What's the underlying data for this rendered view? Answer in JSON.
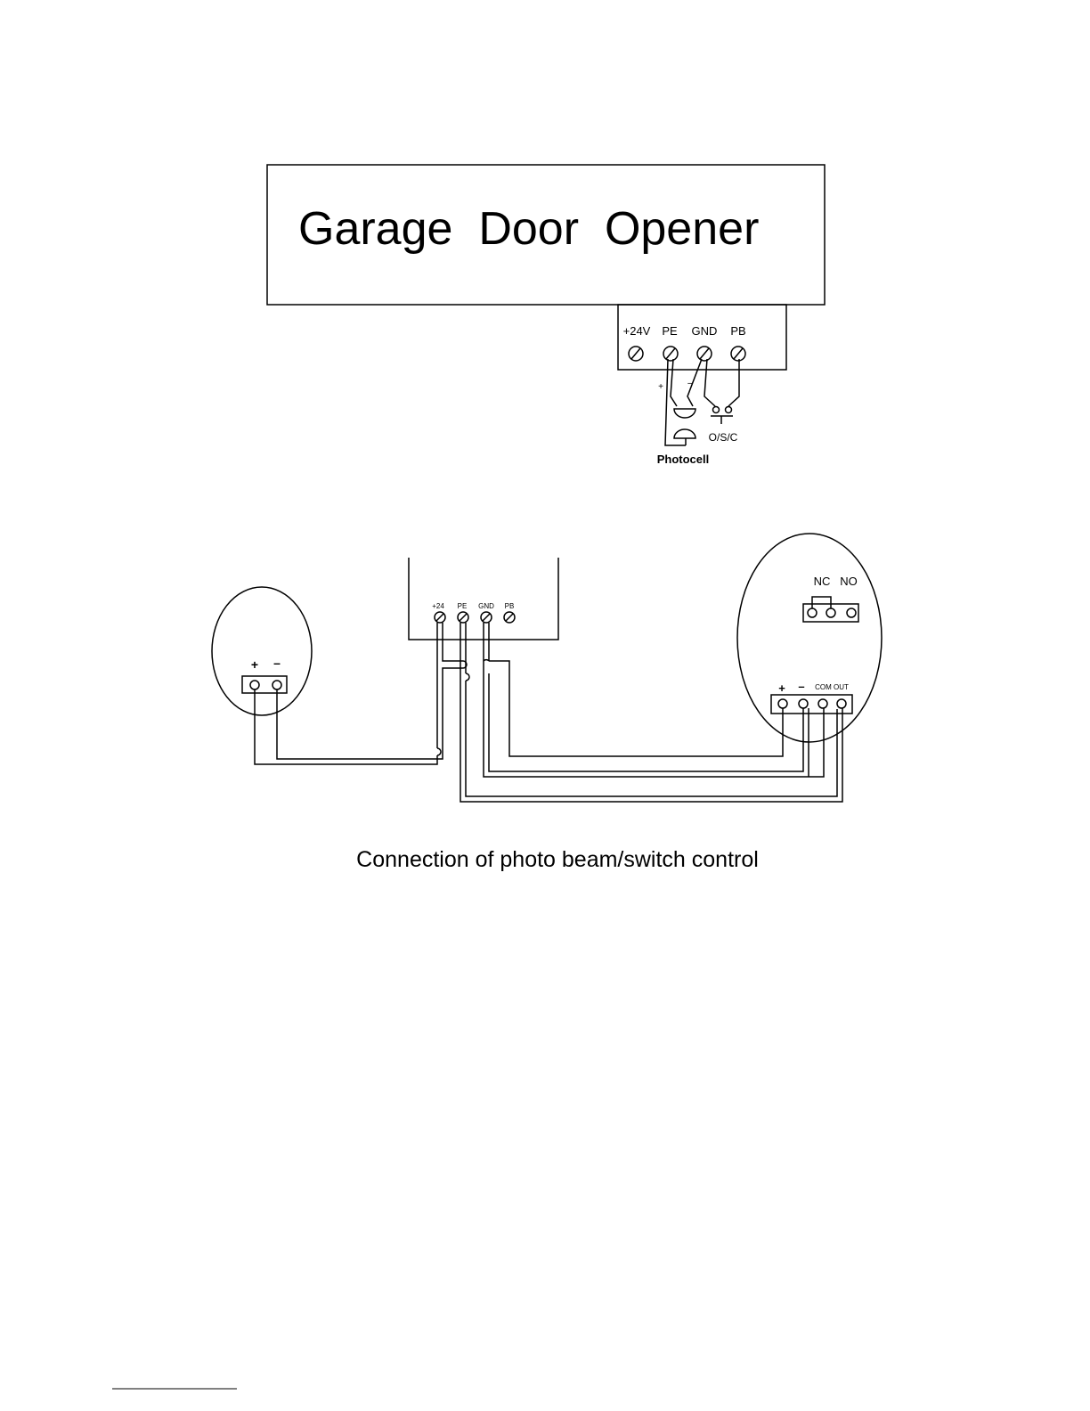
{
  "opener": {
    "title": "Garage  Door  Opener",
    "terminals": [
      "+24V",
      "PE",
      "GND",
      "PB"
    ],
    "plus_sign": "+",
    "minus_sign": "–",
    "osc_label": "O/S/C",
    "photocell_label": "Photocell"
  },
  "wiring": {
    "controller_terminals": [
      "+24",
      "PE",
      "GND",
      "PB"
    ],
    "left_sensor": {
      "plus": "+",
      "minus": "–"
    },
    "right_sensor": {
      "nc": "NC",
      "no": "NO",
      "plus": "+",
      "minus": "–",
      "com_out": "COM OUT"
    }
  },
  "caption": "Connection of photo beam/switch control",
  "colors": {
    "line": "#000000",
    "background": "#ffffff"
  }
}
